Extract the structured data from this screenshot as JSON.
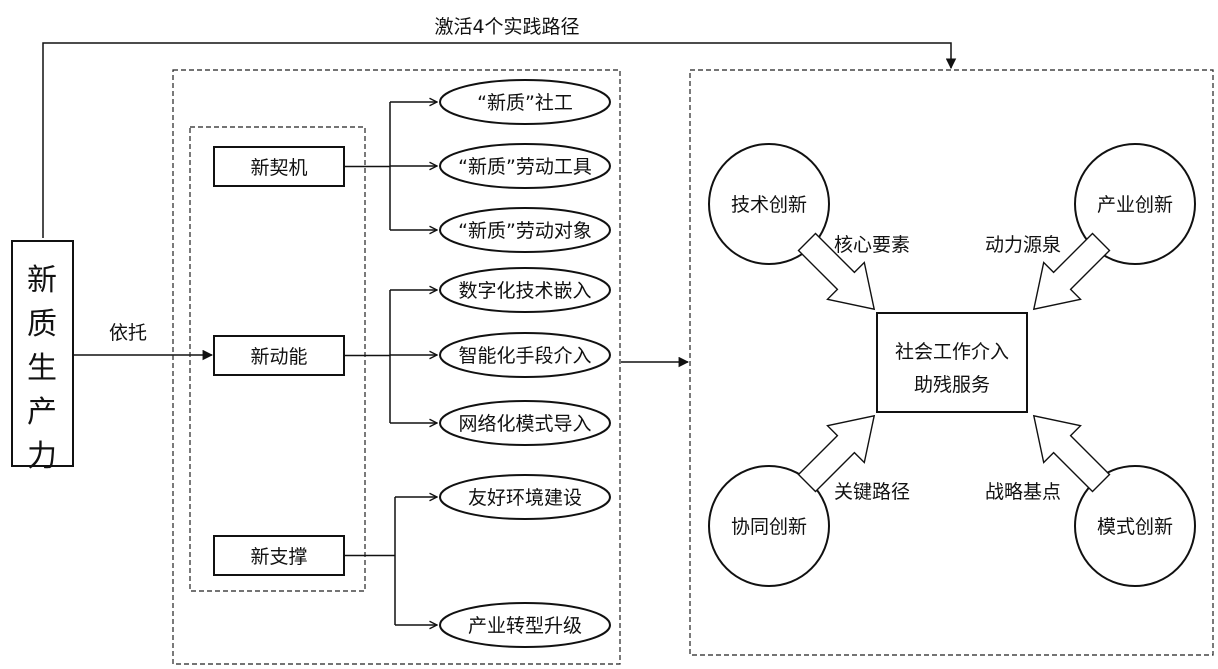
{
  "source": {
    "label_chars": [
      "新",
      "质",
      "生",
      "产",
      "力"
    ],
    "relation_label": "依托"
  },
  "top_link": {
    "label": "激活4个实践路径"
  },
  "groups": [
    {
      "name": "新契机",
      "outcomes": [
        "“新质”社工",
        "“新质”劳动工具",
        "“新质”劳动对象"
      ]
    },
    {
      "name": "新动能",
      "outcomes": [
        "数字化技术嵌入",
        "智能化手段介入",
        "网络化模式导入"
      ]
    },
    {
      "name": "新支撑",
      "outcomes": [
        "友好环境建设",
        "产业转型升级"
      ]
    }
  ],
  "center": {
    "line1": "社会工作介入",
    "line2": "助残服务"
  },
  "innovations": [
    {
      "name": "技术创新",
      "role": "核心要素",
      "position": "top-left"
    },
    {
      "name": "产业创新",
      "role": "动力源泉",
      "position": "top-right"
    },
    {
      "name": "协同创新",
      "role": "关键路径",
      "position": "bottom-left"
    },
    {
      "name": "模式创新",
      "role": "战略基点",
      "position": "bottom-right"
    }
  ]
}
